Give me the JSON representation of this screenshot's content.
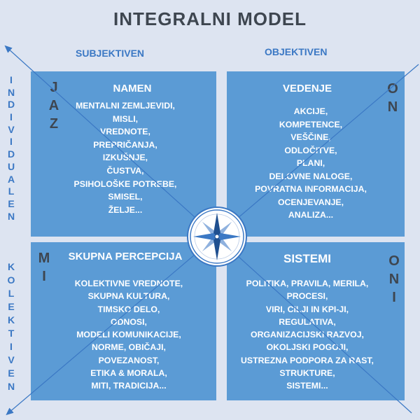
{
  "title": "INTEGRALNI  MODEL",
  "axes": {
    "left_top": "SUBJEKTIVEN",
    "right_top": "OBJEKTIVEN",
    "vertical_top": [
      "I",
      "N",
      "D",
      "I",
      "V",
      "I",
      "D",
      "U",
      "A",
      "L",
      "E",
      "N"
    ],
    "vertical_bottom": [
      "K",
      "O",
      "L",
      "E",
      "K",
      "T",
      "I",
      "V",
      "E",
      "N"
    ]
  },
  "quadrants": {
    "top_left": {
      "heading": "NAMEN",
      "pronoun": [
        "J",
        "A",
        "Z"
      ],
      "items": [
        "MENTALNI ZEMLJEVIDI,",
        "MISLI,",
        "VREDNOTE,",
        "PREPRIČANJA,",
        "IZKUŠNJE,",
        "ČUSTVA,",
        "PSIHOLOŠKE POTREBE,",
        "SMISEL,",
        "ŽELJE..."
      ]
    },
    "top_right": {
      "heading": "VEDENJE",
      "pronoun": [
        "O",
        "N"
      ],
      "items": [
        "AKCIJE,",
        "KOMPETENCE,",
        "VEŠČINE,",
        "ODLOČITVE,",
        "PLANI,",
        "DELOVNE NALOGE,",
        "POVRATNA INFORMACIJA,",
        "OCENJEVANJE,",
        "ANALIZA..."
      ]
    },
    "bottom_left": {
      "heading": "SKUPNA PERCEPCIJA",
      "pronoun": [
        "M",
        "I"
      ],
      "items": [
        "KOLEKTIVNE VREDNOTE,",
        "SKUPNA KULTURA,",
        "TIMSKO DELO,",
        "ODNOSI,",
        "MODELI KOMUNIKACIJE,",
        "NORME, OBIČAJI,",
        "POVEZANOST,",
        "ETIKA & MORALA,",
        "MITI, TRADICIJA..."
      ]
    },
    "bottom_right": {
      "heading": "SISTEMI",
      "pronoun": [
        "O",
        "N",
        "I"
      ],
      "items": [
        "POLITIKA,  PRAVILA, MERILA,",
        "PROCESI,",
        "VIRI, CILJI IN KPI-JI,",
        "REGULATIVA,",
        "ORGANIZACIJSKI RAZVOJ,",
        "OKOLJSKI POGOJI,",
        "USTREZNA PODPORA ZA RAST,",
        "STRUKTURE,",
        "SISTEMI..."
      ]
    }
  },
  "colors": {
    "background": "#dde4f1",
    "quadrant": "#5b9bd5",
    "axis_text": "#3b78c4",
    "title": "#3e4650"
  },
  "icons": {
    "center": "compass-rose-icon"
  }
}
